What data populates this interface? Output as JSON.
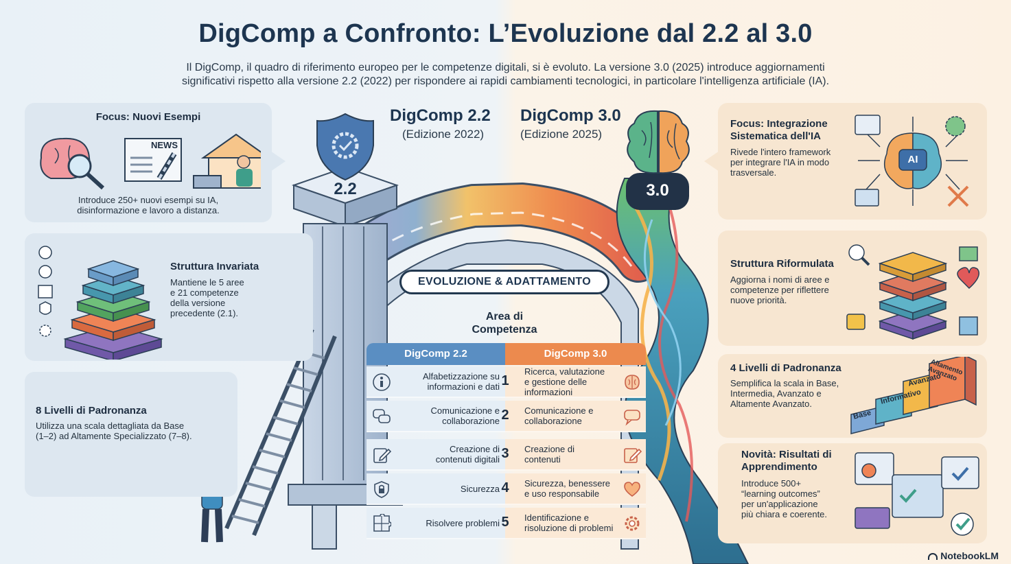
{
  "header": {
    "title": "DigComp a Confronto: L’Evoluzione dal 2.2 al 3.0",
    "subtitle_line1": "Il DigComp, il quadro di riferimento europeo per le competenze digitali, si è evoluto. La versione 3.0 (2025) introduce aggiornamenti",
    "subtitle_line2": "significativi rispetto alla versione 2.2 (2022) per rispondere ai rapidi cambiamenti tecnologici, in particolare l'intelligenza artificiale (IA)."
  },
  "versions": {
    "v22": {
      "title": "DigComp 2.2",
      "edition": "(Edizione 2022)",
      "badge": "2.2"
    },
    "v30": {
      "title": "DigComp 3.0",
      "edition": "(Edizione 2025)",
      "badge": "3.0"
    }
  },
  "bridge_label": "EVOLUZIONE & ADATTAMENTO",
  "left_cards": {
    "examples": {
      "title": "Focus: Nuovi Esempi",
      "news": "NEWS",
      "text_line1": "Introduce 250+ nuovi esempi su IA,",
      "text_line2": "disinformazione e lavoro a distanza."
    },
    "structure": {
      "title": "Struttura Invariata",
      "l1": "Mantiene le 5 aree",
      "l2": "e 21 competenze",
      "l3": "della versione",
      "l4": "precedente (2.1)."
    },
    "levels": {
      "title": "8 Livelli di Padronanza",
      "l1": "Utilizza una scala dettagliata da Base",
      "l2": "(1–2) ad Altamente Specializzato (7–8)."
    }
  },
  "right_cards": {
    "ai": {
      "title_l1": "Focus: Integrazione",
      "title_l2": "Sistematica dell'IA",
      "l1": "Rivede l'intero framework",
      "l2": "per integrare l'IA in modo",
      "l3": "trasversale.",
      "chip": "AI"
    },
    "structure": {
      "title": "Struttura Riformulata",
      "l1": "Aggiorna i nomi di aree e",
      "l2": "competenze per riflettere",
      "l3": "nuove priorità."
    },
    "levels": {
      "title": "4 Livelli di Padronanza",
      "l1": "Semplifica la scala in Base,",
      "l2": "Intermedia, Avanzato e",
      "l3": "Altamente Avanzato.",
      "step1": "Base",
      "step2": "Informativo",
      "step3": "Avanzato",
      "step4": "Altamento Avanzato"
    },
    "outcomes": {
      "title_l1": "Novità: Risultati di",
      "title_l2": "Apprendimento",
      "l1": "Introduce 500+",
      "l2": "“learning outcomes”",
      "l3": "per un'applicazione",
      "l4": "più chiara e coerente."
    }
  },
  "table": {
    "title_l1": "Area di",
    "title_l2": "Competenza",
    "col_22": "DigComp 2.2",
    "col_30": "DigComp 3.0",
    "rows": [
      {
        "num": "1",
        "a_l1": "Alfabetizzazione su",
        "a_l2": "informazioni e dati",
        "a_l3": "",
        "b_l1": "Ricerca, valutazione",
        "b_l2": "e gestione delle",
        "b_l3": "informazioni"
      },
      {
        "num": "2",
        "a_l1": "Comunicazione e",
        "a_l2": "collaborazione",
        "a_l3": "",
        "b_l1": "Comunicazione e",
        "b_l2": "collaborazione",
        "b_l3": ""
      },
      {
        "num": "3",
        "a_l1": "Creazione di",
        "a_l2": "contenuti digitali",
        "a_l3": "",
        "b_l1": "Creazione di",
        "b_l2": "contenuti",
        "b_l3": ""
      },
      {
        "num": "4",
        "a_l1": "Sicurezza",
        "a_l2": "",
        "a_l3": "",
        "b_l1": "Sicurezza, benessere",
        "b_l2": "e uso responsabile",
        "b_l3": ""
      },
      {
        "num": "5",
        "a_l1": "Risolvere problemi",
        "a_l2": "",
        "a_l3": "",
        "b_l1": "Identificazione e",
        "b_l2": "risoluzione di problemi",
        "b_l3": ""
      }
    ]
  },
  "brand": "NotebookLM",
  "colors": {
    "navy": "#1d3550",
    "blue": "#5a8ec2",
    "orange": "#ec8a4e"
  }
}
